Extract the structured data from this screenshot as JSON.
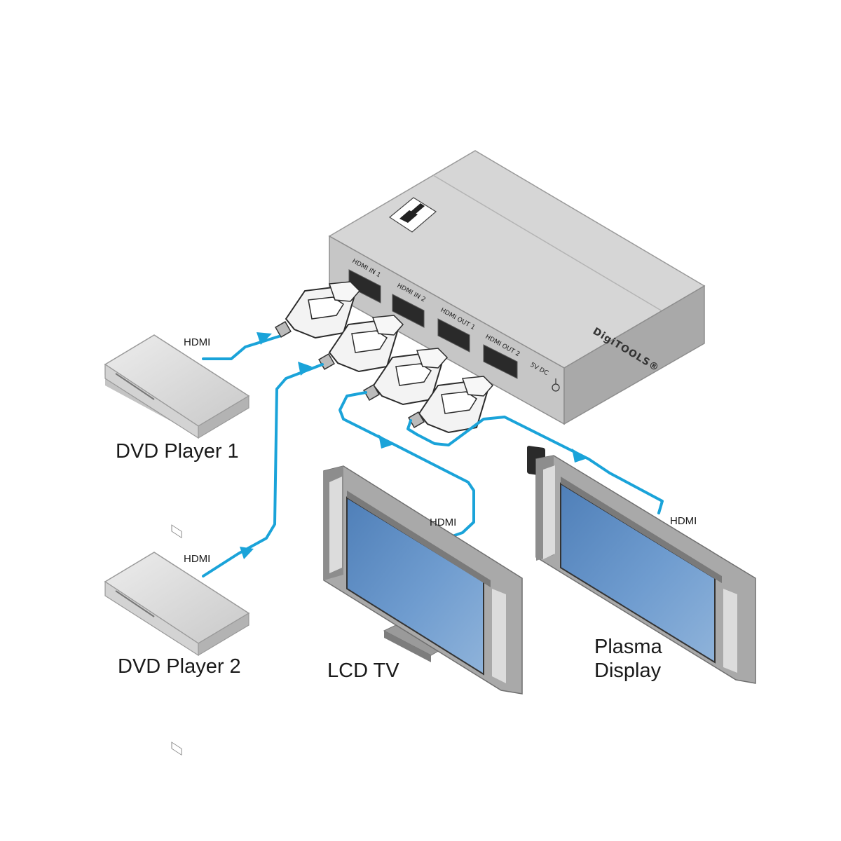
{
  "switcher": {
    "brand": "DigiTOOLS®",
    "ports": {
      "in1": "HDMI IN 1",
      "in2": "HDMI IN 2",
      "out1": "HDMI OUT 1",
      "out2": "HDMI OUT 2",
      "power": "5V DC"
    }
  },
  "devices": {
    "dvd1": "DVD Player 1",
    "dvd2": "DVD Player 2",
    "lcd": "LCD TV",
    "plasma_line1": "Plasma",
    "plasma_line2": "Display"
  },
  "cables": {
    "dvd1": "HDMI",
    "dvd2": "HDMI",
    "lcd": "HDMI",
    "plasma": "HDMI"
  },
  "colors": {
    "cable": "#1aa3d9",
    "screen": "#5f8fc4",
    "device": "#d4d4d4"
  }
}
